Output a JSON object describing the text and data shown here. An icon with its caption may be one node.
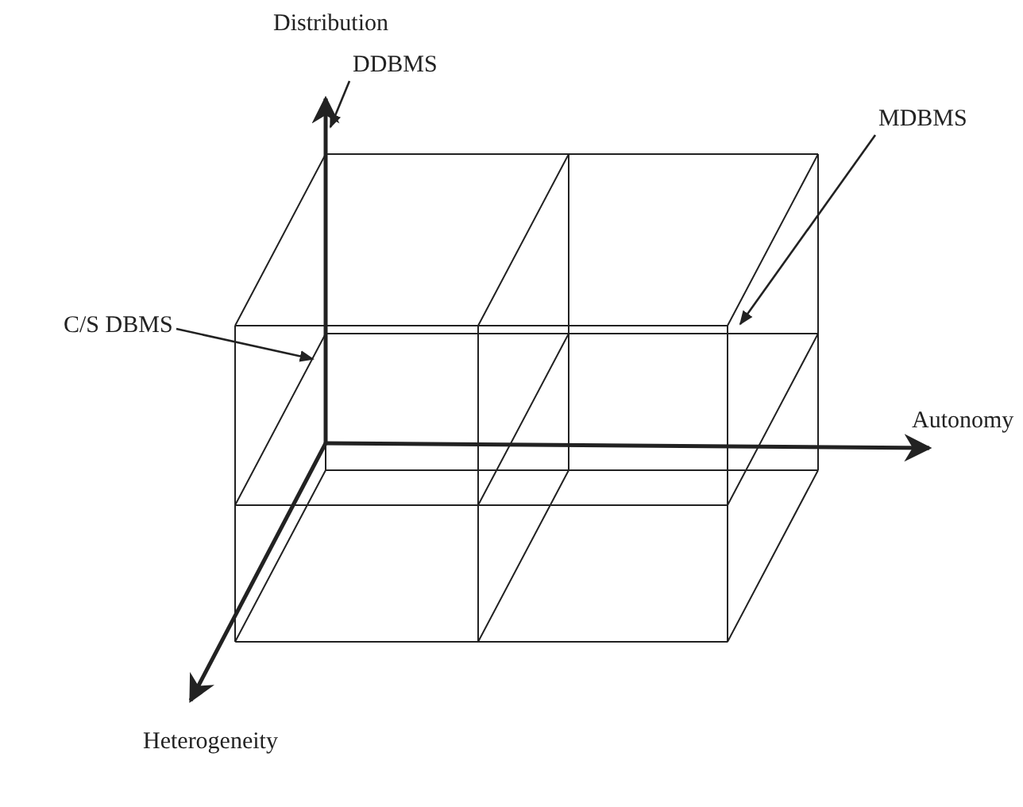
{
  "diagram": {
    "nodes": [
      {
        "text": [
          "DDBMS"
        ]
      },
      {
        "text": [
          "MDBMS"
        ]
      },
      {
        "text": [
          "C/S DBMS"
        ]
      }
    ],
    "edges": [
      {
        "from": 0,
        "to": null,
        "arrow": "to"
      },
      {
        "from": 1,
        "to": null,
        "arrow": "to"
      },
      {
        "from": 2,
        "to": null,
        "arrow": "to"
      }
    ],
    "labels": [
      "Distribution",
      "Autonomy",
      "Heterogeneity"
    ]
  }
}
